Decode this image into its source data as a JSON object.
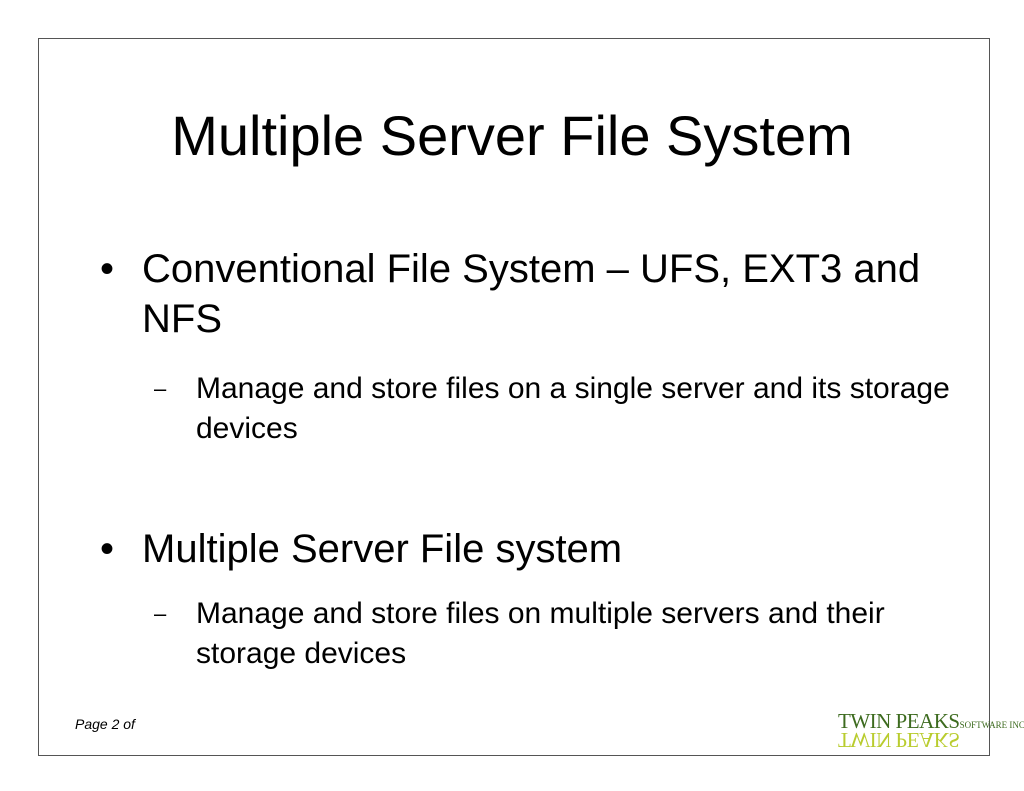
{
  "slide": {
    "title": "Multiple Server File System",
    "bullets": [
      {
        "mark": "•",
        "text": "Conventional File System – UFS, EXT3 and NFS",
        "sub": {
          "mark": "–",
          "text": "Manage and store  files on a single server and its storage devices"
        }
      },
      {
        "mark": "•",
        "text": "Multiple Server File system",
        "sub": {
          "mark": "–",
          "text": "Manage and store files on multiple servers and their storage devices"
        }
      }
    ]
  },
  "footer": {
    "page_label": "Page 2 of"
  },
  "logo": {
    "main": "TWIN PEAKS",
    "sub": "SOFTWARE INC.",
    "reflection": "TWIN PEAKS",
    "colors": {
      "main": "#3d6b1f",
      "reflection": "#b9cc2e"
    }
  }
}
